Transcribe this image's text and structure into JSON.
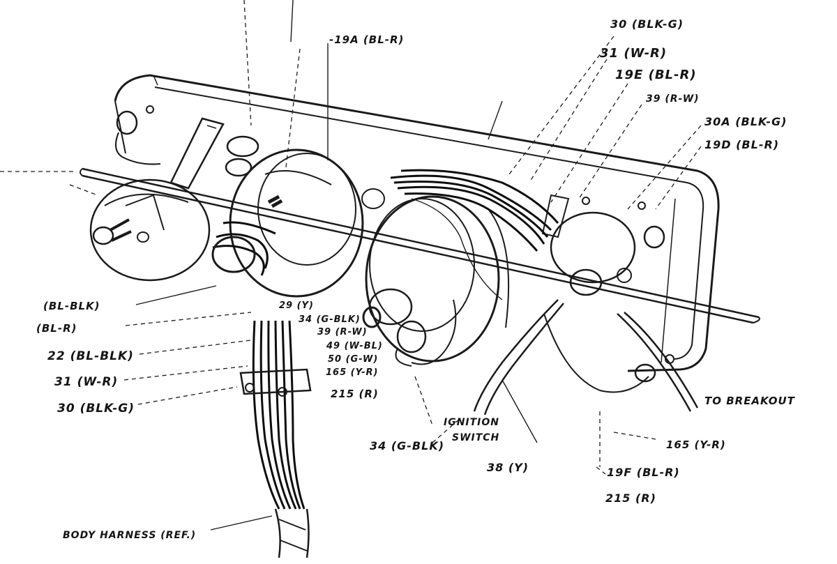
{
  "labels": {
    "l30_blk_g_top": "30 (BLK-G)",
    "l31_w_r_top": "31 (W-R)",
    "l19a": "-19A (BL-R)",
    "l19e": "19E (BL-R)",
    "l39_r_w_top": "39 (R-W)",
    "l30a": "30A (BLK-G)",
    "l19d": "19D (BL-R)",
    "l_bl_blk": "(BL-BLK)",
    "l_bl_r": "(BL-R)",
    "l22": "22 (BL-BLK)",
    "l31_w_r": "31 (W-R)",
    "l30_blk_g": "30 (BLK-G)",
    "l29_y": "29 (Y)",
    "l34_g_blk": "34 (G-BLK)",
    "l39_r_w": "39 (R-W)",
    "l49": "49 (W-BL)",
    "l50": "50 (G-W)",
    "l165_y_r": "165 (Y-R)",
    "l215_r": "215 (R)",
    "l34_g_blk_bottom": "34 (G-BLK)",
    "l_ignition": "IGNITION",
    "l_switch": "SWITCH",
    "l38_y": "38 (Y)",
    "l_to_breakout": "TO BREAKOUT",
    "l165_y_r_bottom": "165 (Y-R)",
    "l19f": "19F (BL-R)",
    "l215_r_bottom": "215 (R)",
    "l_body_harness": "BODY HARNESS (REF.)"
  }
}
